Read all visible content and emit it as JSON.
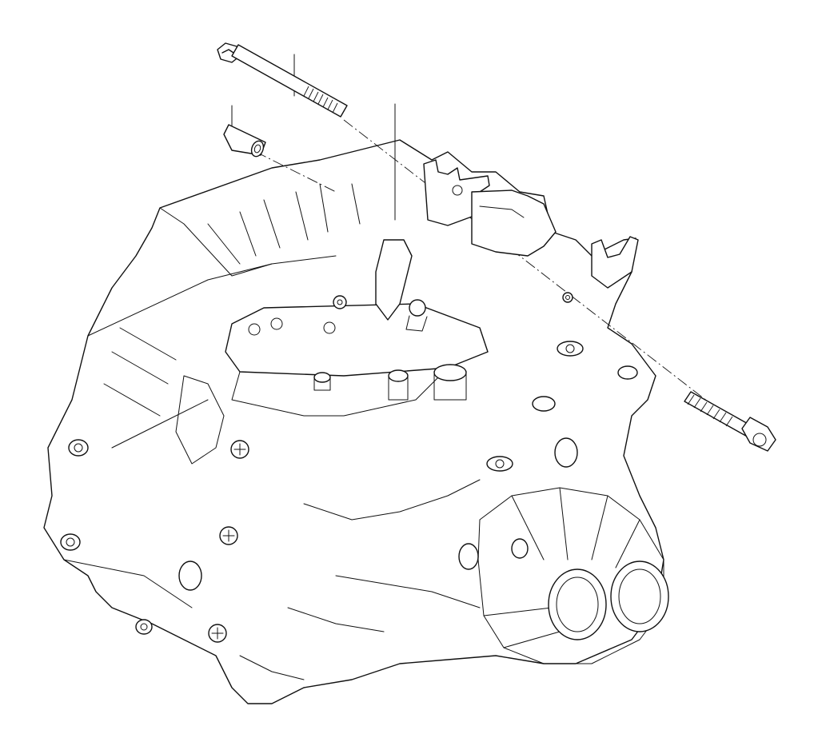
{
  "diagram": {
    "title": "",
    "background": "#ffffff",
    "line_color": "#111111",
    "parts": [
      {
        "id": "long-bolt",
        "icon": "bolt-icon"
      },
      {
        "id": "sleeve-bushing",
        "icon": "sleeve-icon"
      },
      {
        "id": "short-bolt",
        "icon": "bolt-icon"
      },
      {
        "id": "transmission-housing",
        "icon": "transmission-icon"
      }
    ]
  }
}
